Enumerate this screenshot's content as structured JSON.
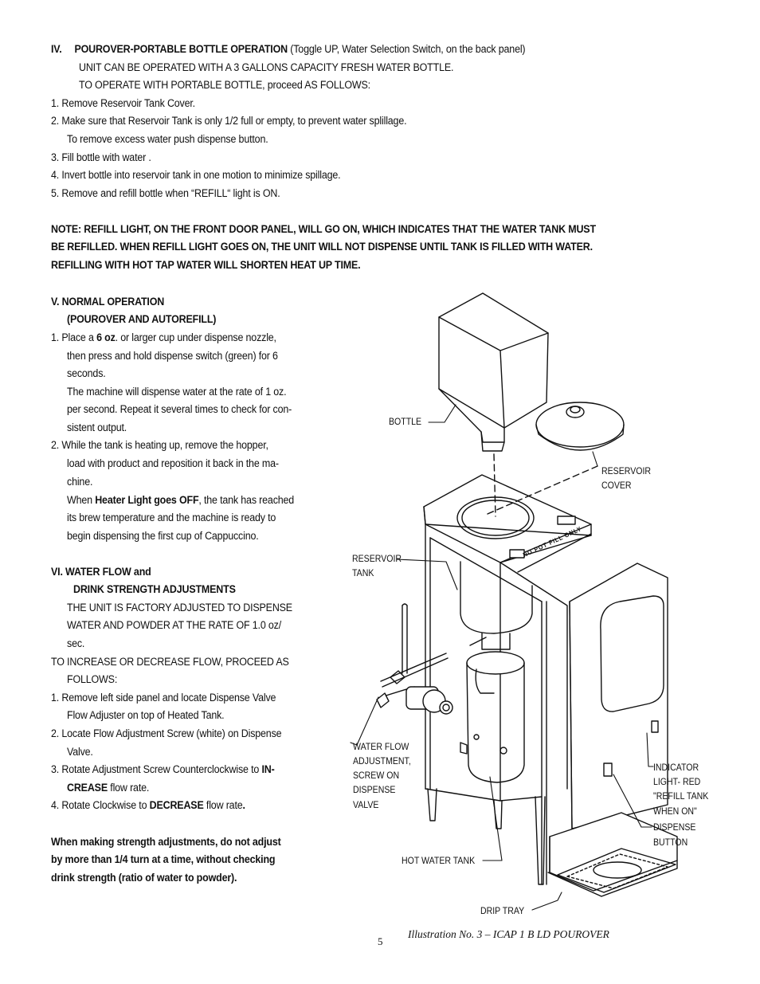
{
  "section4": {
    "num": "IV.",
    "heading": "POUROVER-PORTABLE BOTTLE OPERATION",
    "heading_note": " (Toggle UP, Water Selection Switch, on the back panel)",
    "line2": "UNIT CAN BE OPERATED WITH  A 3 GALLONS CAPACITY FRESH WATER BOTTLE.",
    "line3": "TO OPERATE WITH PORTABLE BOTTLE, proceed AS FOLLOWS:",
    "steps": [
      "1.  Remove Reservoir Tank Cover.",
      "2.  Make sure that Reservoir Tank is only 1/2 full or empty, to prevent water splillage.",
      "To remove excess water push dispense button.",
      "3.  Fill bottle with water .",
      "4.  Invert bottle into reservoir tank in one motion to minimize spillage.",
      "5.  Remove and refill bottle when “REFILL“ light  is ON."
    ]
  },
  "note": [
    "NOTE:  REFILL LIGHT, ON THE FRONT DOOR PANEL, WILL GO ON, WHICH INDICATES THAT THE WATER TANK MUST",
    "BE REFILLED. WHEN REFILL LIGHT GOES ON, THE UNIT WILL NOT DISPENSE UNTIL TANK IS FILLED WITH WATER.",
    "REFILLING WITH HOT TAP  WATER WILL SHORTEN HEAT UP TIME."
  ],
  "section5": {
    "heading1": "V.  NORMAL OPERATION",
    "heading2": "(POUROVER AND AUTOREFILL)",
    "s1_a": "1.  Place a ",
    "s1_b": "6 oz",
    "s1_c": ". or larger cup under dispense nozzle,",
    "lines": [
      "then press and hold dispense switch (green)  for 6",
      "seconds.",
      "The machine will dispense water at the rate of 1 oz.",
      "per second. Repeat it several times to check for con-",
      "sistent output.",
      "2.  While the tank is heating up, remove the hopper,",
      "load with product and reposition it back in the ma-",
      "chine."
    ],
    "when_a": "When ",
    "when_b": "Heater Light goes OFF",
    "when_c": ", the tank has reached",
    "lines2": [
      "its brew temperature and the machine is ready to",
      "begin dispensing the first cup of Cappuccino."
    ]
  },
  "section6": {
    "heading1": "VI.  WATER FLOW and",
    "heading2": "DRINK STRENGTH ADJUSTMENTS",
    "lines": [
      "THE UNIT IS FACTORY ADJUSTED TO DISPENSE",
      "WATER  AND POWDER AT THE RATE OF 1.0 oz/",
      "sec.",
      "TO INCREASE OR DECREASE FLOW, PROCEED AS",
      "FOLLOWS:",
      "1.  Remove left side panel and locate Dispense Valve",
      "Flow Adjuster on top of  Heated Tank.",
      "2.  Locate Flow Adjustment Screw (white) on Dispense",
      "Valve."
    ],
    "s3_a": "3.  Rotate Adjustment Screw Counterclockwise to ",
    "s3_b": "IN-",
    "s3_c": "CREASE",
    "s3_d": " flow rate.",
    "s4_a": "4.  Rotate Clockwise to ",
    "s4_b": "DECREASE",
    "s4_c": " flow rate",
    "s4_d": ".",
    "warning": [
      "When making strength adjustments, do not adjust",
      "by more than 1/4 turn at a time, without checking",
      "drink strength (ratio of water to powder)."
    ]
  },
  "figure": {
    "labels": {
      "bottle": "BOTTLE",
      "reservoir_cover_1": "RESERVOIR",
      "reservoir_cover_2": "COVER",
      "reservoir_tank_1": "RESERVOIR",
      "reservoir_tank_2": "TANK",
      "water_flow": [
        "WATER FLOW",
        "ADJUSTMENT,",
        "SCREW ON",
        "DISPENSE",
        "VALVE"
      ],
      "indicator": [
        "INDICATOR",
        "LIGHT- RED",
        "\"REFILL TANK",
        "WHEN ON\""
      ],
      "dispense": [
        "DISPENSE",
        "BUTTON"
      ],
      "hot_water_tank": "HOT WATER TANK",
      "drip_tray": "DRIP TRAY",
      "panel_text": "NO POT FILL ONLY"
    },
    "caption": "Illustration No. 3 – ICAP 1 B LD POUROVER"
  },
  "page_number": "5"
}
